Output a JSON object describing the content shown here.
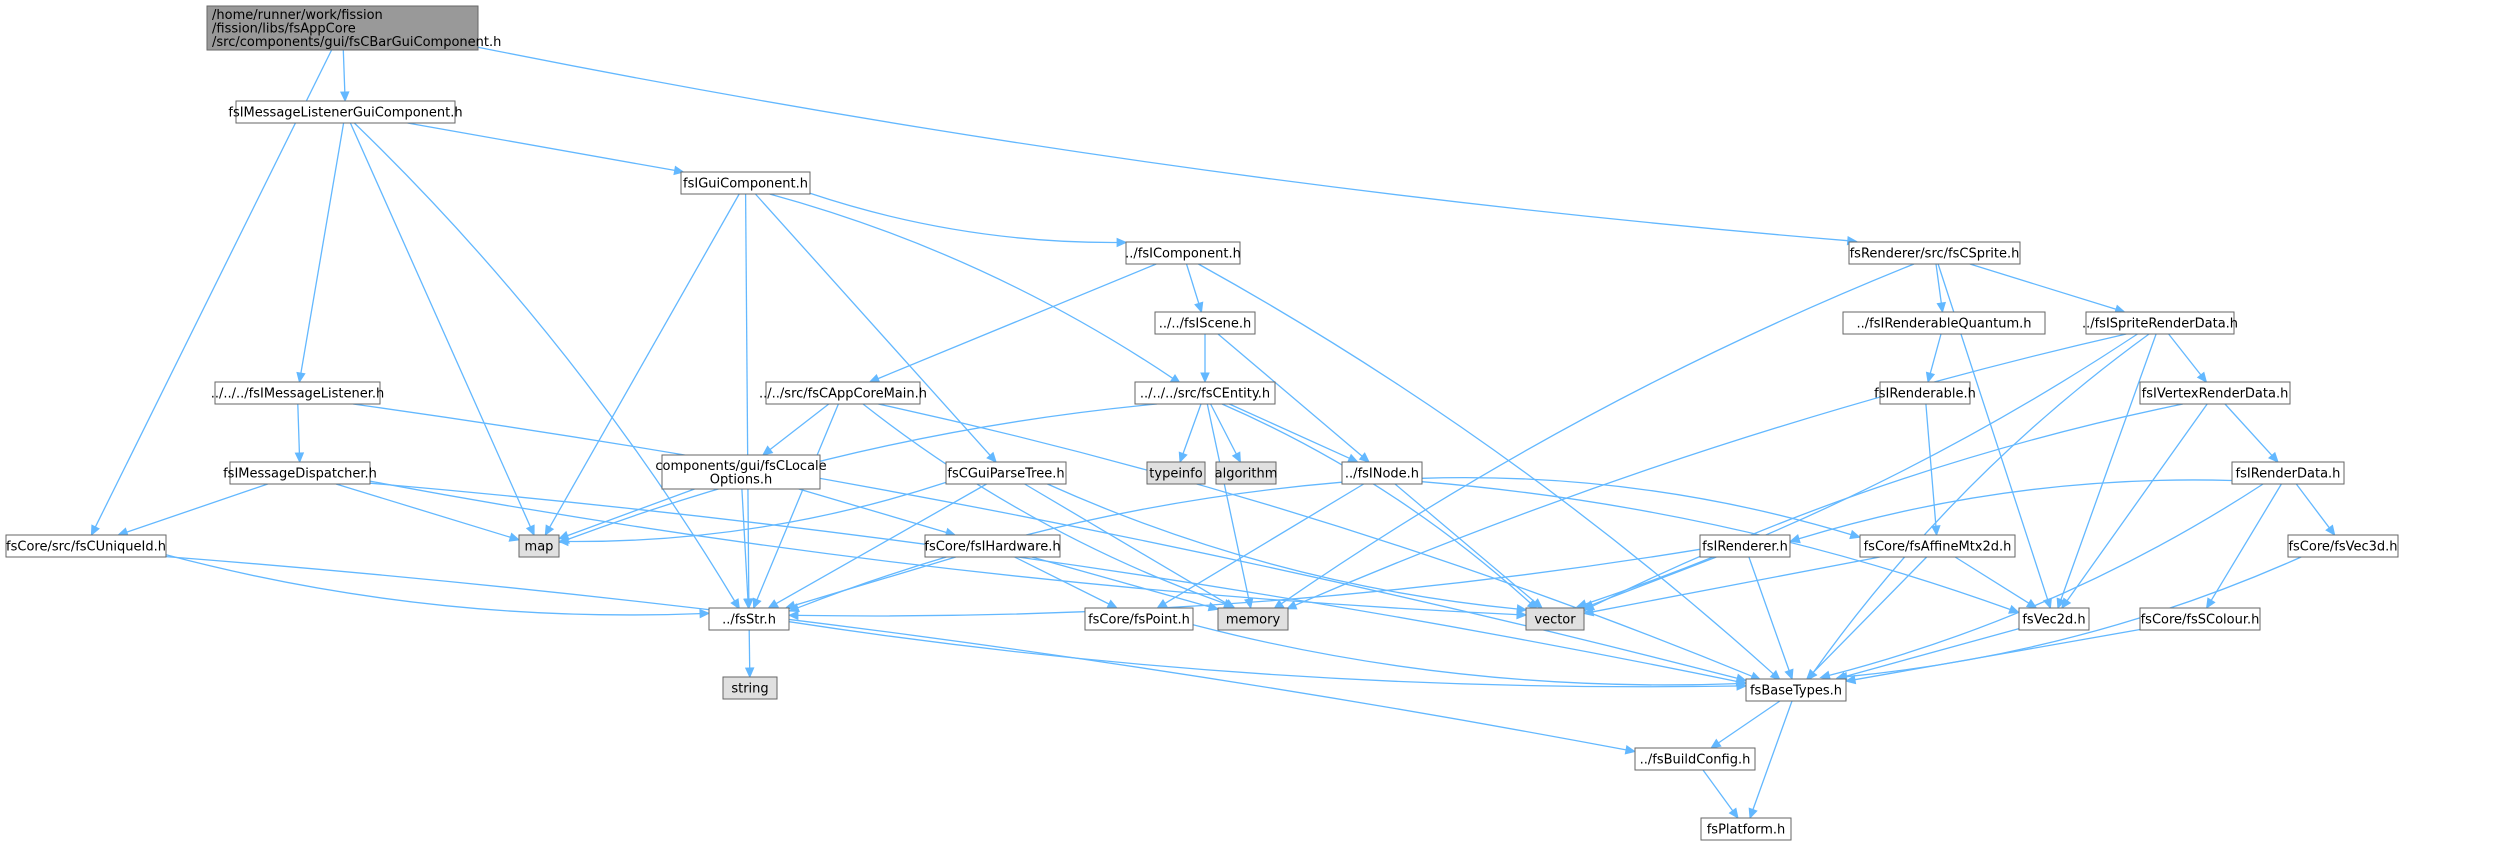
{
  "colors": {
    "root_fill": "#999999",
    "file_fill": "#ffffff",
    "system_fill": "#e0e0e0",
    "edge": "#63b8ff",
    "border": "#666666"
  },
  "nodes": [
    {
      "id": "root",
      "lines": [
        "/home/runner/work/fission",
        "/fission/libs/fsAppCore",
        "/src/components/gui/fsCBarGuiComponent.h"
      ],
      "kind": "root"
    },
    {
      "id": "msglgc",
      "lines": [
        "fsIMessageListenerGuiComponent.h"
      ],
      "kind": "file"
    },
    {
      "id": "guicomp",
      "lines": [
        "fsIGuiComponent.h"
      ],
      "kind": "file"
    },
    {
      "id": "sprite",
      "lines": [
        "fsRenderer/src/fsCSprite.h"
      ],
      "kind": "file"
    },
    {
      "id": "icomp",
      "lines": [
        "../fsIComponent.h"
      ],
      "kind": "file"
    },
    {
      "id": "iscene",
      "lines": [
        "../../fsIScene.h"
      ],
      "kind": "file"
    },
    {
      "id": "renderquant",
      "lines": [
        "../fsIRenderableQuantum.h"
      ],
      "kind": "file"
    },
    {
      "id": "spriterd",
      "lines": [
        "../fsISpriteRenderData.h"
      ],
      "kind": "file"
    },
    {
      "id": "msglistener",
      "lines": [
        "../../../fsIMessageListener.h"
      ],
      "kind": "file"
    },
    {
      "id": "appcoremain",
      "lines": [
        "../../src/fsCAppCoreMain.h"
      ],
      "kind": "file"
    },
    {
      "id": "centity",
      "lines": [
        "../../../src/fsCEntity.h"
      ],
      "kind": "file"
    },
    {
      "id": "renderable",
      "lines": [
        "fsIRenderable.h"
      ],
      "kind": "file"
    },
    {
      "id": "vertexrd",
      "lines": [
        "fsIVertexRenderData.h"
      ],
      "kind": "file"
    },
    {
      "id": "msgdispatch",
      "lines": [
        "fsIMessageDispatcher.h"
      ],
      "kind": "file"
    },
    {
      "id": "locale",
      "lines": [
        "components/gui/fsCLocale",
        "Options.h"
      ],
      "kind": "file"
    },
    {
      "id": "parsetree",
      "lines": [
        "fsCGuiParseTree.h"
      ],
      "kind": "file"
    },
    {
      "id": "typeinfo",
      "lines": [
        "typeinfo"
      ],
      "kind": "system"
    },
    {
      "id": "algorithm",
      "lines": [
        "algorithm"
      ],
      "kind": "system"
    },
    {
      "id": "inode",
      "lines": [
        "../fsINode.h"
      ],
      "kind": "file"
    },
    {
      "id": "renderdata",
      "lines": [
        "fsIRenderData.h"
      ],
      "kind": "file"
    },
    {
      "id": "uniqueid",
      "lines": [
        "fsCore/src/fsCUniqueId.h"
      ],
      "kind": "file"
    },
    {
      "id": "map",
      "lines": [
        "map"
      ],
      "kind": "system"
    },
    {
      "id": "hardware",
      "lines": [
        "fsCore/fsIHardware.h"
      ],
      "kind": "file"
    },
    {
      "id": "irenderer",
      "lines": [
        "fsIRenderer.h"
      ],
      "kind": "file"
    },
    {
      "id": "affine",
      "lines": [
        "fsCore/fsAffineMtx2d.h"
      ],
      "kind": "file"
    },
    {
      "id": "vec3d",
      "lines": [
        "fsCore/fsVec3d.h"
      ],
      "kind": "file"
    },
    {
      "id": "fsstr",
      "lines": [
        "../fsStr.h"
      ],
      "kind": "file"
    },
    {
      "id": "point",
      "lines": [
        "fsCore/fsPoint.h"
      ],
      "kind": "file"
    },
    {
      "id": "memory",
      "lines": [
        "memory"
      ],
      "kind": "system"
    },
    {
      "id": "vector",
      "lines": [
        "vector"
      ],
      "kind": "system"
    },
    {
      "id": "vec2d",
      "lines": [
        "fsVec2d.h"
      ],
      "kind": "file"
    },
    {
      "id": "scolour",
      "lines": [
        "fsCore/fsSColour.h"
      ],
      "kind": "file"
    },
    {
      "id": "string",
      "lines": [
        "string"
      ],
      "kind": "system"
    },
    {
      "id": "basetypes",
      "lines": [
        "fsBaseTypes.h"
      ],
      "kind": "file"
    },
    {
      "id": "buildconfig",
      "lines": [
        "../fsBuildConfig.h"
      ],
      "kind": "file"
    },
    {
      "id": "platform",
      "lines": [
        "fsPlatform.h"
      ],
      "kind": "file"
    }
  ],
  "edges": [
    [
      "root",
      "msglgc"
    ],
    [
      "root",
      "sprite"
    ],
    [
      "root",
      "uniqueid"
    ],
    [
      "msglgc",
      "guicomp"
    ],
    [
      "msglgc",
      "msglistener"
    ],
    [
      "msglgc",
      "map"
    ],
    [
      "msglgc",
      "fsstr"
    ],
    [
      "guicomp",
      "icomp"
    ],
    [
      "guicomp",
      "centity"
    ],
    [
      "guicomp",
      "parsetree"
    ],
    [
      "guicomp",
      "map"
    ],
    [
      "guicomp",
      "fsstr"
    ],
    [
      "icomp",
      "iscene"
    ],
    [
      "icomp",
      "appcoremain"
    ],
    [
      "icomp",
      "basetypes"
    ],
    [
      "iscene",
      "centity"
    ],
    [
      "iscene",
      "inode"
    ],
    [
      "sprite",
      "renderquant"
    ],
    [
      "sprite",
      "spriterd"
    ],
    [
      "sprite",
      "memory"
    ],
    [
      "sprite",
      "vec2d"
    ],
    [
      "renderquant",
      "renderable"
    ],
    [
      "renderable",
      "affine"
    ],
    [
      "spriterd",
      "vertexrd"
    ],
    [
      "spriterd",
      "vector"
    ],
    [
      "spriterd",
      "memory"
    ],
    [
      "spriterd",
      "vec2d"
    ],
    [
      "spriterd",
      "basetypes"
    ],
    [
      "vertexrd",
      "renderdata"
    ],
    [
      "vertexrd",
      "vector"
    ],
    [
      "vertexrd",
      "vec2d"
    ],
    [
      "renderdata",
      "irenderer"
    ],
    [
      "renderdata",
      "scolour"
    ],
    [
      "renderdata",
      "vec3d"
    ],
    [
      "renderdata",
      "basetypes"
    ],
    [
      "msglistener",
      "msgdispatch"
    ],
    [
      "msglistener",
      "basetypes"
    ],
    [
      "msgdispatch",
      "uniqueid"
    ],
    [
      "msgdispatch",
      "map"
    ],
    [
      "msgdispatch",
      "vector"
    ],
    [
      "msgdispatch",
      "basetypes"
    ],
    [
      "appcoremain",
      "locale"
    ],
    [
      "appcoremain",
      "fsstr"
    ],
    [
      "appcoremain",
      "memory"
    ],
    [
      "appcoremain",
      "basetypes"
    ],
    [
      "locale",
      "map"
    ],
    [
      "locale",
      "fsstr"
    ],
    [
      "locale",
      "hardware"
    ],
    [
      "centity",
      "typeinfo"
    ],
    [
      "centity",
      "algorithm"
    ],
    [
      "centity",
      "inode"
    ],
    [
      "centity",
      "memory"
    ],
    [
      "centity",
      "vector"
    ],
    [
      "centity",
      "map"
    ],
    [
      "parsetree",
      "map"
    ],
    [
      "parsetree",
      "fsstr"
    ],
    [
      "parsetree",
      "memory"
    ],
    [
      "parsetree",
      "vector"
    ],
    [
      "inode",
      "affine"
    ],
    [
      "inode",
      "fsstr"
    ],
    [
      "inode",
      "point"
    ],
    [
      "inode",
      "vector"
    ],
    [
      "inode",
      "vec2d"
    ],
    [
      "uniqueid",
      "fsstr"
    ],
    [
      "uniqueid",
      "buildconfig"
    ],
    [
      "hardware",
      "fsstr"
    ],
    [
      "hardware",
      "point"
    ],
    [
      "hardware",
      "memory"
    ],
    [
      "irenderer",
      "fsstr"
    ],
    [
      "irenderer",
      "vector"
    ],
    [
      "irenderer",
      "basetypes"
    ],
    [
      "affine",
      "vec2d"
    ],
    [
      "affine",
      "vector"
    ],
    [
      "affine",
      "basetypes"
    ],
    [
      "vec3d",
      "basetypes"
    ],
    [
      "scolour",
      "basetypes"
    ],
    [
      "vec2d",
      "basetypes"
    ],
    [
      "point",
      "basetypes"
    ],
    [
      "fsstr",
      "string"
    ],
    [
      "fsstr",
      "basetypes"
    ],
    [
      "basetypes",
      "buildconfig"
    ],
    [
      "basetypes",
      "platform"
    ],
    [
      "buildconfig",
      "platform"
    ]
  ]
}
